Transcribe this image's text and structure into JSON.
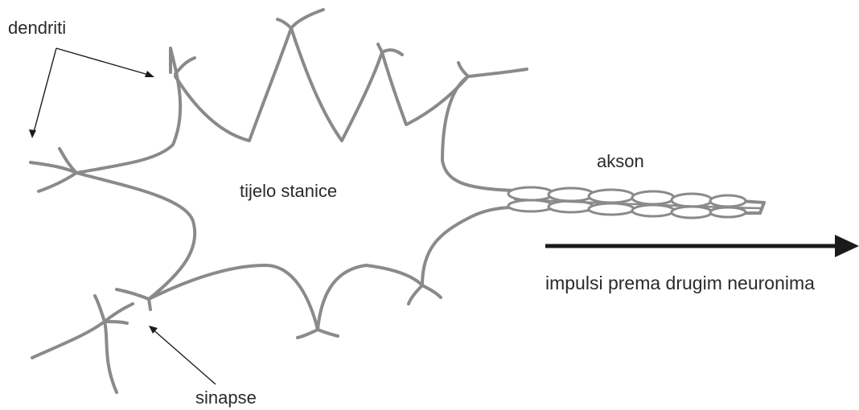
{
  "labels": {
    "dendrites": "dendriti",
    "cell_body": "tijelo stanice",
    "axon": "akson",
    "impulse_direction": "impulsi prema drugim neuronima",
    "synapses": "sinapse"
  },
  "colors": {
    "neuron_outline": "#8a8a8a",
    "pointer": "#1a1a1a",
    "text": "#2a2a2a",
    "background": "#ffffff"
  }
}
